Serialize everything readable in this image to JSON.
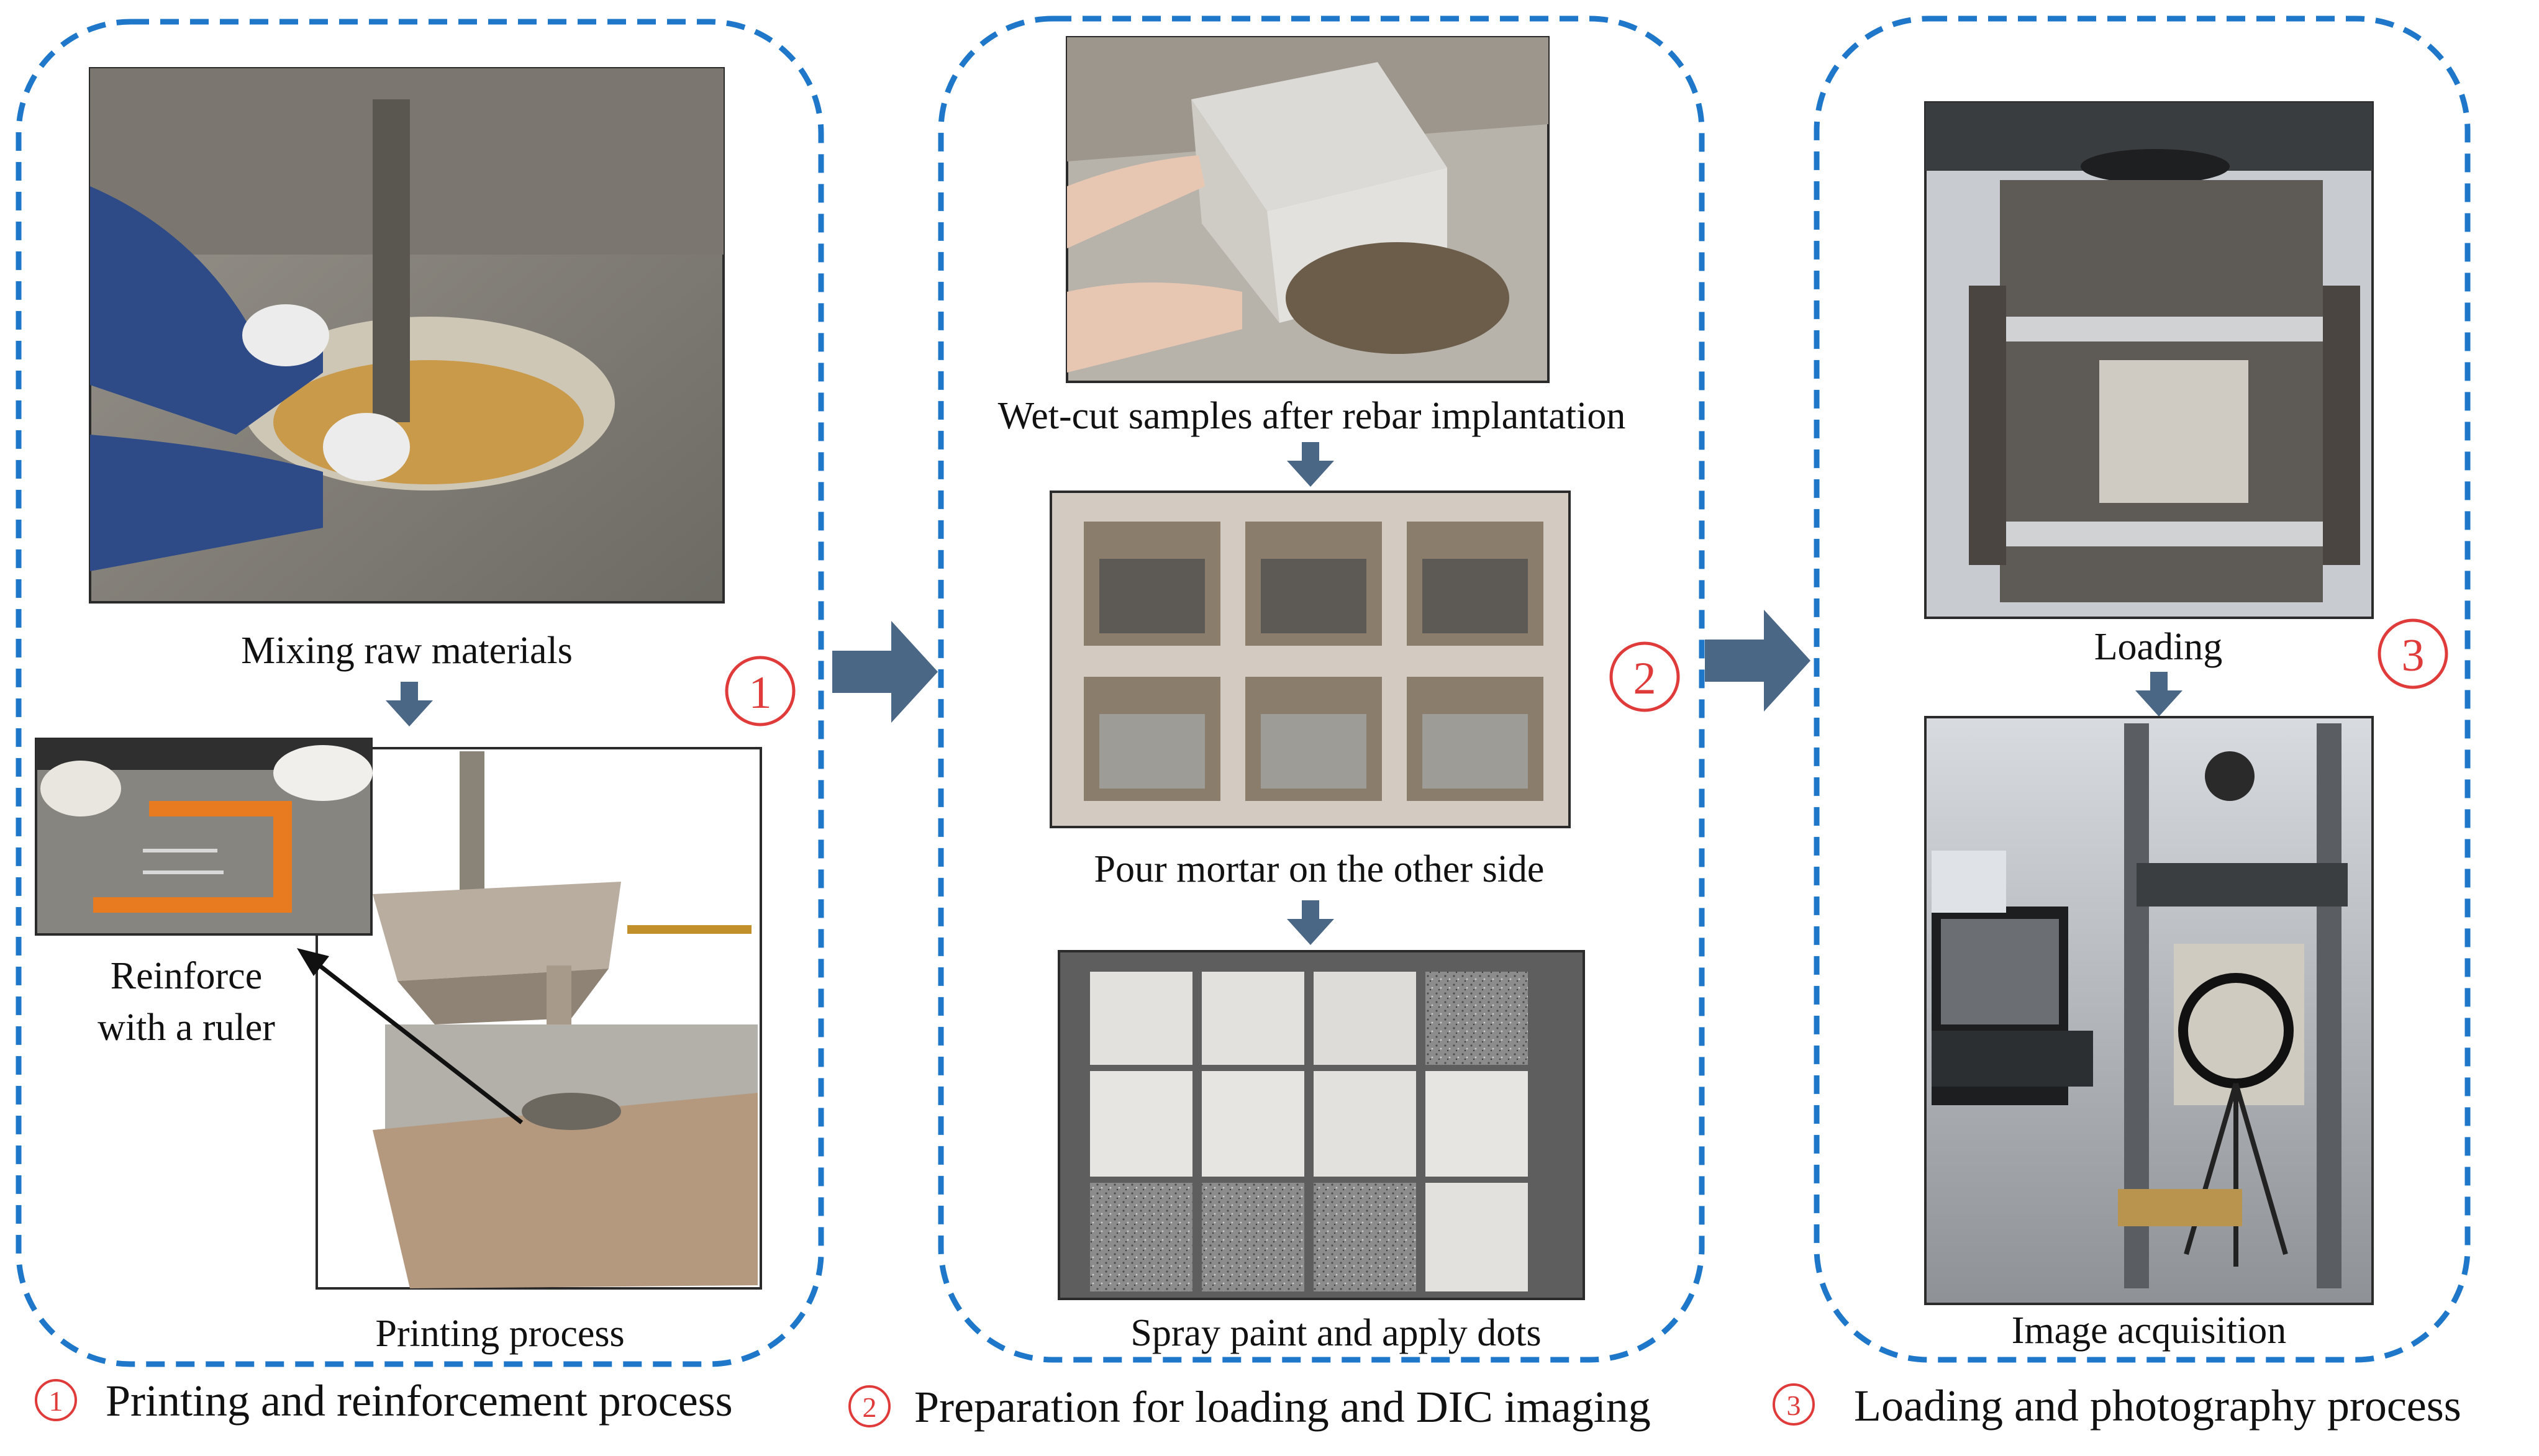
{
  "colors": {
    "dashed_frame": "#1f77c9",
    "arrow": "#4a6785",
    "step_number": "#e03b3b",
    "text": "#111111"
  },
  "panel1": {
    "number": "①",
    "captions": {
      "mixing": "Mixing raw materials",
      "reinforce_line1": "Reinforce",
      "reinforce_line2": "with a ruler",
      "printing": "Printing process"
    }
  },
  "panel2": {
    "number": "②",
    "captions": {
      "wet_cut": "Wet-cut samples after rebar implantation",
      "pour": "Pour mortar on the other side",
      "spray": "Spray paint and apply dots"
    }
  },
  "panel3": {
    "number": "③",
    "captions": {
      "loading": "Loading",
      "image_acq": "Image acquisition"
    }
  },
  "legend": {
    "items": [
      {
        "num": "①",
        "label": "Printing and reinforcement process"
      },
      {
        "num": "②",
        "label": "Preparation for loading and DIC imaging"
      },
      {
        "num": "③",
        "label": "Loading and photography process"
      }
    ]
  }
}
